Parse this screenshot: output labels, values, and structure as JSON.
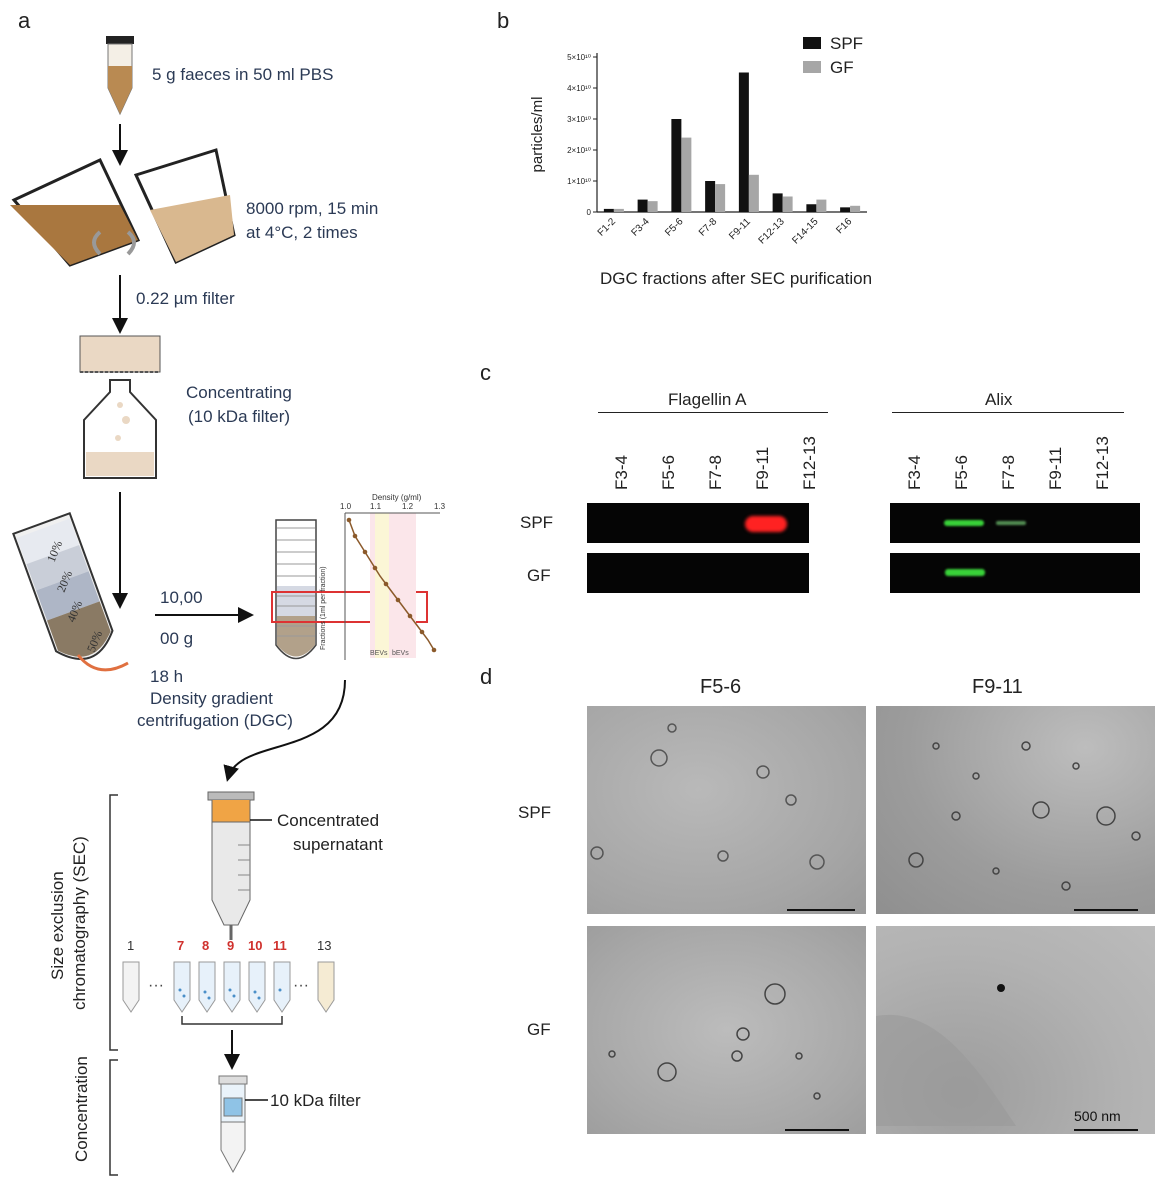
{
  "panels": {
    "a": "a",
    "b": "b",
    "c": "c",
    "d": "d"
  },
  "panel_a": {
    "step1": "5 g faeces in 50 ml PBS",
    "step2_line1": "8000 rpm, 15 min",
    "step2_line2": "at 4°C, 2 times",
    "step3": "0.22 µm filter",
    "step4_line1": "Concentrating",
    "step4_line2": "(10 kDa filter)",
    "gradient_labels": [
      "10%",
      "20%",
      "40%",
      "50%"
    ],
    "dgc_speed_line1": "10,00",
    "dgc_speed_line2": "00 g",
    "dgc_time": "18 h",
    "dgc_label_line1": "Density gradient",
    "dgc_label_line2": "centrifugation (DGC)",
    "density_axis_title": "Density (g/ml)",
    "density_ticks": [
      "1.0",
      "1.1",
      "1.2",
      "1.3"
    ],
    "density_yaxis": "Fractions (1ml per fraction)",
    "density_bands": [
      "BEVs",
      "bEVs"
    ],
    "sec_side_label_line1": "Size exclusion",
    "sec_side_label_line2": "chromatography (SEC)",
    "sec_tube_label_line1": "Concentrated",
    "sec_tube_label_line2": "supernatant",
    "sec_fractions": [
      "1",
      "7",
      "8",
      "9",
      "10",
      "11",
      "13"
    ],
    "concentration_label": "Concentration",
    "filter_label": "10 kDa filter"
  },
  "chart_data": {
    "type": "bar",
    "categories": [
      "F1-2",
      "F3-4",
      "F5-6",
      "F7-8",
      "F9-11",
      "F12-13",
      "F14-15",
      "F16"
    ],
    "series": [
      {
        "name": "SPF",
        "color": "#111111",
        "values": [
          1000000000.0,
          4000000000.0,
          30000000000.0,
          10000000000.0,
          45000000000.0,
          6000000000.0,
          2500000000.0,
          1500000000.0
        ]
      },
      {
        "name": "GF",
        "color": "#a6a6a6",
        "values": [
          1000000000.0,
          3500000000.0,
          24000000000.0,
          9000000000.0,
          12000000000.0,
          5000000000.0,
          4000000000.0,
          2000000000.0
        ]
      }
    ],
    "ylim": [
      0,
      50000000000.0
    ],
    "yticks": [
      "0",
      "1×10¹⁰",
      "2×10¹⁰",
      "3×10¹⁰",
      "4×10¹⁰",
      "5×10¹⁰"
    ],
    "ylabel": "particles/ml",
    "xlabel": "DGC fractions after SEC purification",
    "legend_position": "top-right"
  },
  "panel_c": {
    "groups": [
      "Flagellin A",
      "Alix"
    ],
    "lanes": [
      "F3-4",
      "F5-6",
      "F7-8",
      "F9-11",
      "F12-13"
    ],
    "rows": [
      "SPF",
      "GF"
    ]
  },
  "panel_d": {
    "columns": [
      "F5-6",
      "F9-11"
    ],
    "rows": [
      "SPF",
      "GF"
    ],
    "scale_label": "500 nm"
  }
}
